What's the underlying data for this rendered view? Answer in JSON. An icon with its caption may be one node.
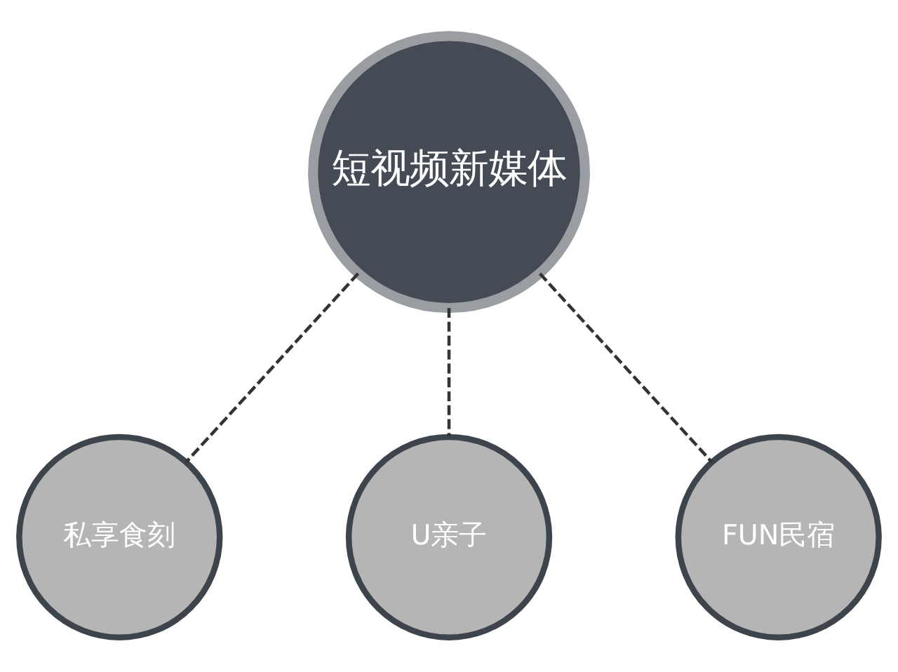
{
  "diagram": {
    "nodes": [
      {
        "text": [
          "短视频新媒体"
        ]
      },
      {
        "text": [
          "私享食刻"
        ]
      },
      {
        "text": [
          "U亲子"
        ]
      },
      {
        "text": [
          "FUN民宿"
        ]
      }
    ],
    "edges": [
      {
        "from": 0,
        "to": 1,
        "arrow": "none",
        "style": "dashed"
      },
      {
        "from": 0,
        "to": 2,
        "arrow": "none",
        "style": "dashed"
      },
      {
        "from": 0,
        "to": 3,
        "arrow": "none",
        "style": "dashed"
      }
    ]
  }
}
